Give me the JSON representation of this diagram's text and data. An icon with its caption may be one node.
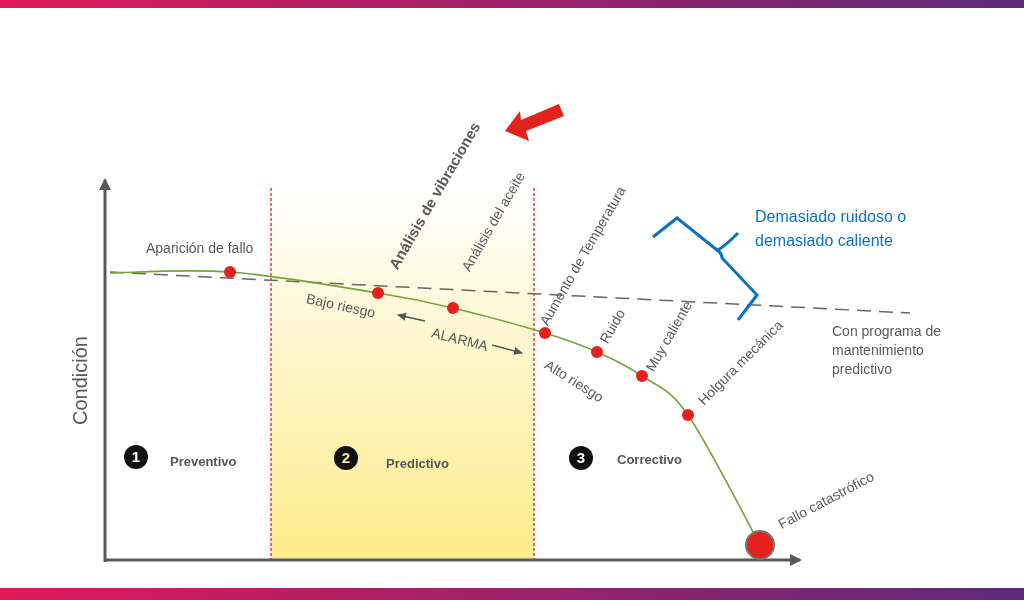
{
  "diagram": {
    "nodes": [
      {
        "text": [
          "1",
          "Preventivo"
        ]
      },
      {
        "text": [
          "2",
          "Predictivo"
        ]
      },
      {
        "text": [
          "3",
          "Correctivo"
        ]
      }
    ],
    "edges": [],
    "labels": [
      "Análisis de vibraciones",
      "Análisis del aceite",
      "Aumento de Temperatura",
      "Demasiado ruidoso o demasiado caliente",
      "Aparición de fallo",
      "Con programa de mantenimiento predictivo",
      "Bajo riesgo",
      "ALARMA",
      "Ruido",
      "Condición",
      "Muy caliente",
      "Alto riesgo",
      "Holgura mecánica",
      "Fallo catastrófico"
    ]
  }
}
